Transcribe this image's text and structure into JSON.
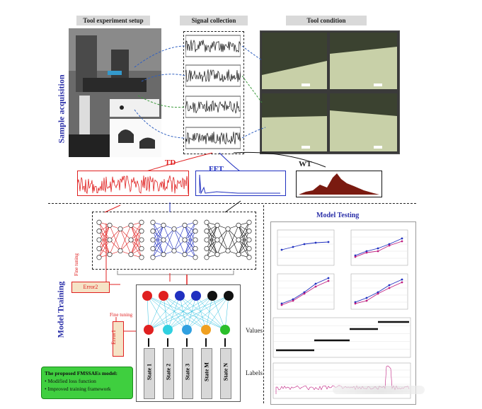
{
  "headers": {
    "setup": "Tool experiment setup",
    "signal": "Signal collection",
    "condition": "Tool condition"
  },
  "section_labels": {
    "sample": "Sample acquisition",
    "training": "Model Training",
    "testing": "Model Testing"
  },
  "transforms": {
    "td": "TD",
    "fft": "FFT",
    "wt": "WT"
  },
  "training": {
    "fine_tuning_top": "Fine tuning",
    "fine_tuning_bottom": "Fine tuning",
    "error1": "Error1",
    "error2": "Error2",
    "values": "Values",
    "labels": "Labels",
    "states": [
      "State 1",
      "State 2",
      "State 3",
      "State M",
      "State N"
    ]
  },
  "proposal": {
    "title": "The proposed FMSSAEs model:",
    "items": [
      "Modified loss function",
      "Improved training framework"
    ]
  },
  "colors": {
    "td": "#e02020",
    "fft": "#2030c0",
    "wt": "#111111",
    "accent": "#2a2fa8",
    "green": "#2bbf2b"
  }
}
